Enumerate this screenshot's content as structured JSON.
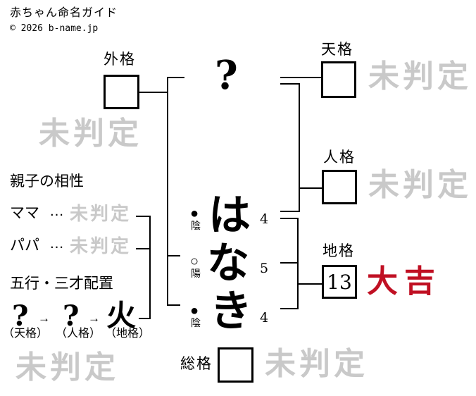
{
  "header": {
    "title": "赤ちゃん命名ガイド",
    "copyright": "© 2026 b-name.jp"
  },
  "colors": {
    "watermark_gray": "#c9c9c9",
    "luck_red": "#c01023",
    "line_black": "#000000"
  },
  "surname": {
    "char": "?"
  },
  "name_chars": [
    {
      "char": "は",
      "strokes": "4",
      "polarity_symbol": "●",
      "polarity_label": "陰"
    },
    {
      "char": "な",
      "strokes": "5",
      "polarity_symbol": "○",
      "polarity_label": "陽"
    },
    {
      "char": "き",
      "strokes": "4",
      "polarity_symbol": "●",
      "polarity_label": "陰"
    }
  ],
  "kaku": {
    "gaikaku": {
      "label": "外格",
      "value": "",
      "result": "未判定"
    },
    "tenkaku": {
      "label": "天格",
      "value": "",
      "result": "未判定"
    },
    "jinkaku": {
      "label": "人格",
      "value": "",
      "result": "未判定"
    },
    "chikaku": {
      "label": "地格",
      "value": "13",
      "result": "大吉"
    },
    "soukaku": {
      "label": "総格",
      "value": "",
      "result": "未判定"
    }
  },
  "bottom_left_watermark": "未判定",
  "compatibility": {
    "title": "親子の相性",
    "rows": [
      {
        "label": "ママ",
        "dots": "…",
        "result": "未判定"
      },
      {
        "label": "パパ",
        "dots": "…",
        "result": "未判定"
      }
    ]
  },
  "gogyou": {
    "title": "五行・三才配置",
    "arrow": "→",
    "items": [
      {
        "element": "?",
        "label": "（天格）"
      },
      {
        "element": "?",
        "label": "（人格）"
      },
      {
        "element": "火",
        "label": "（地格）"
      }
    ]
  }
}
